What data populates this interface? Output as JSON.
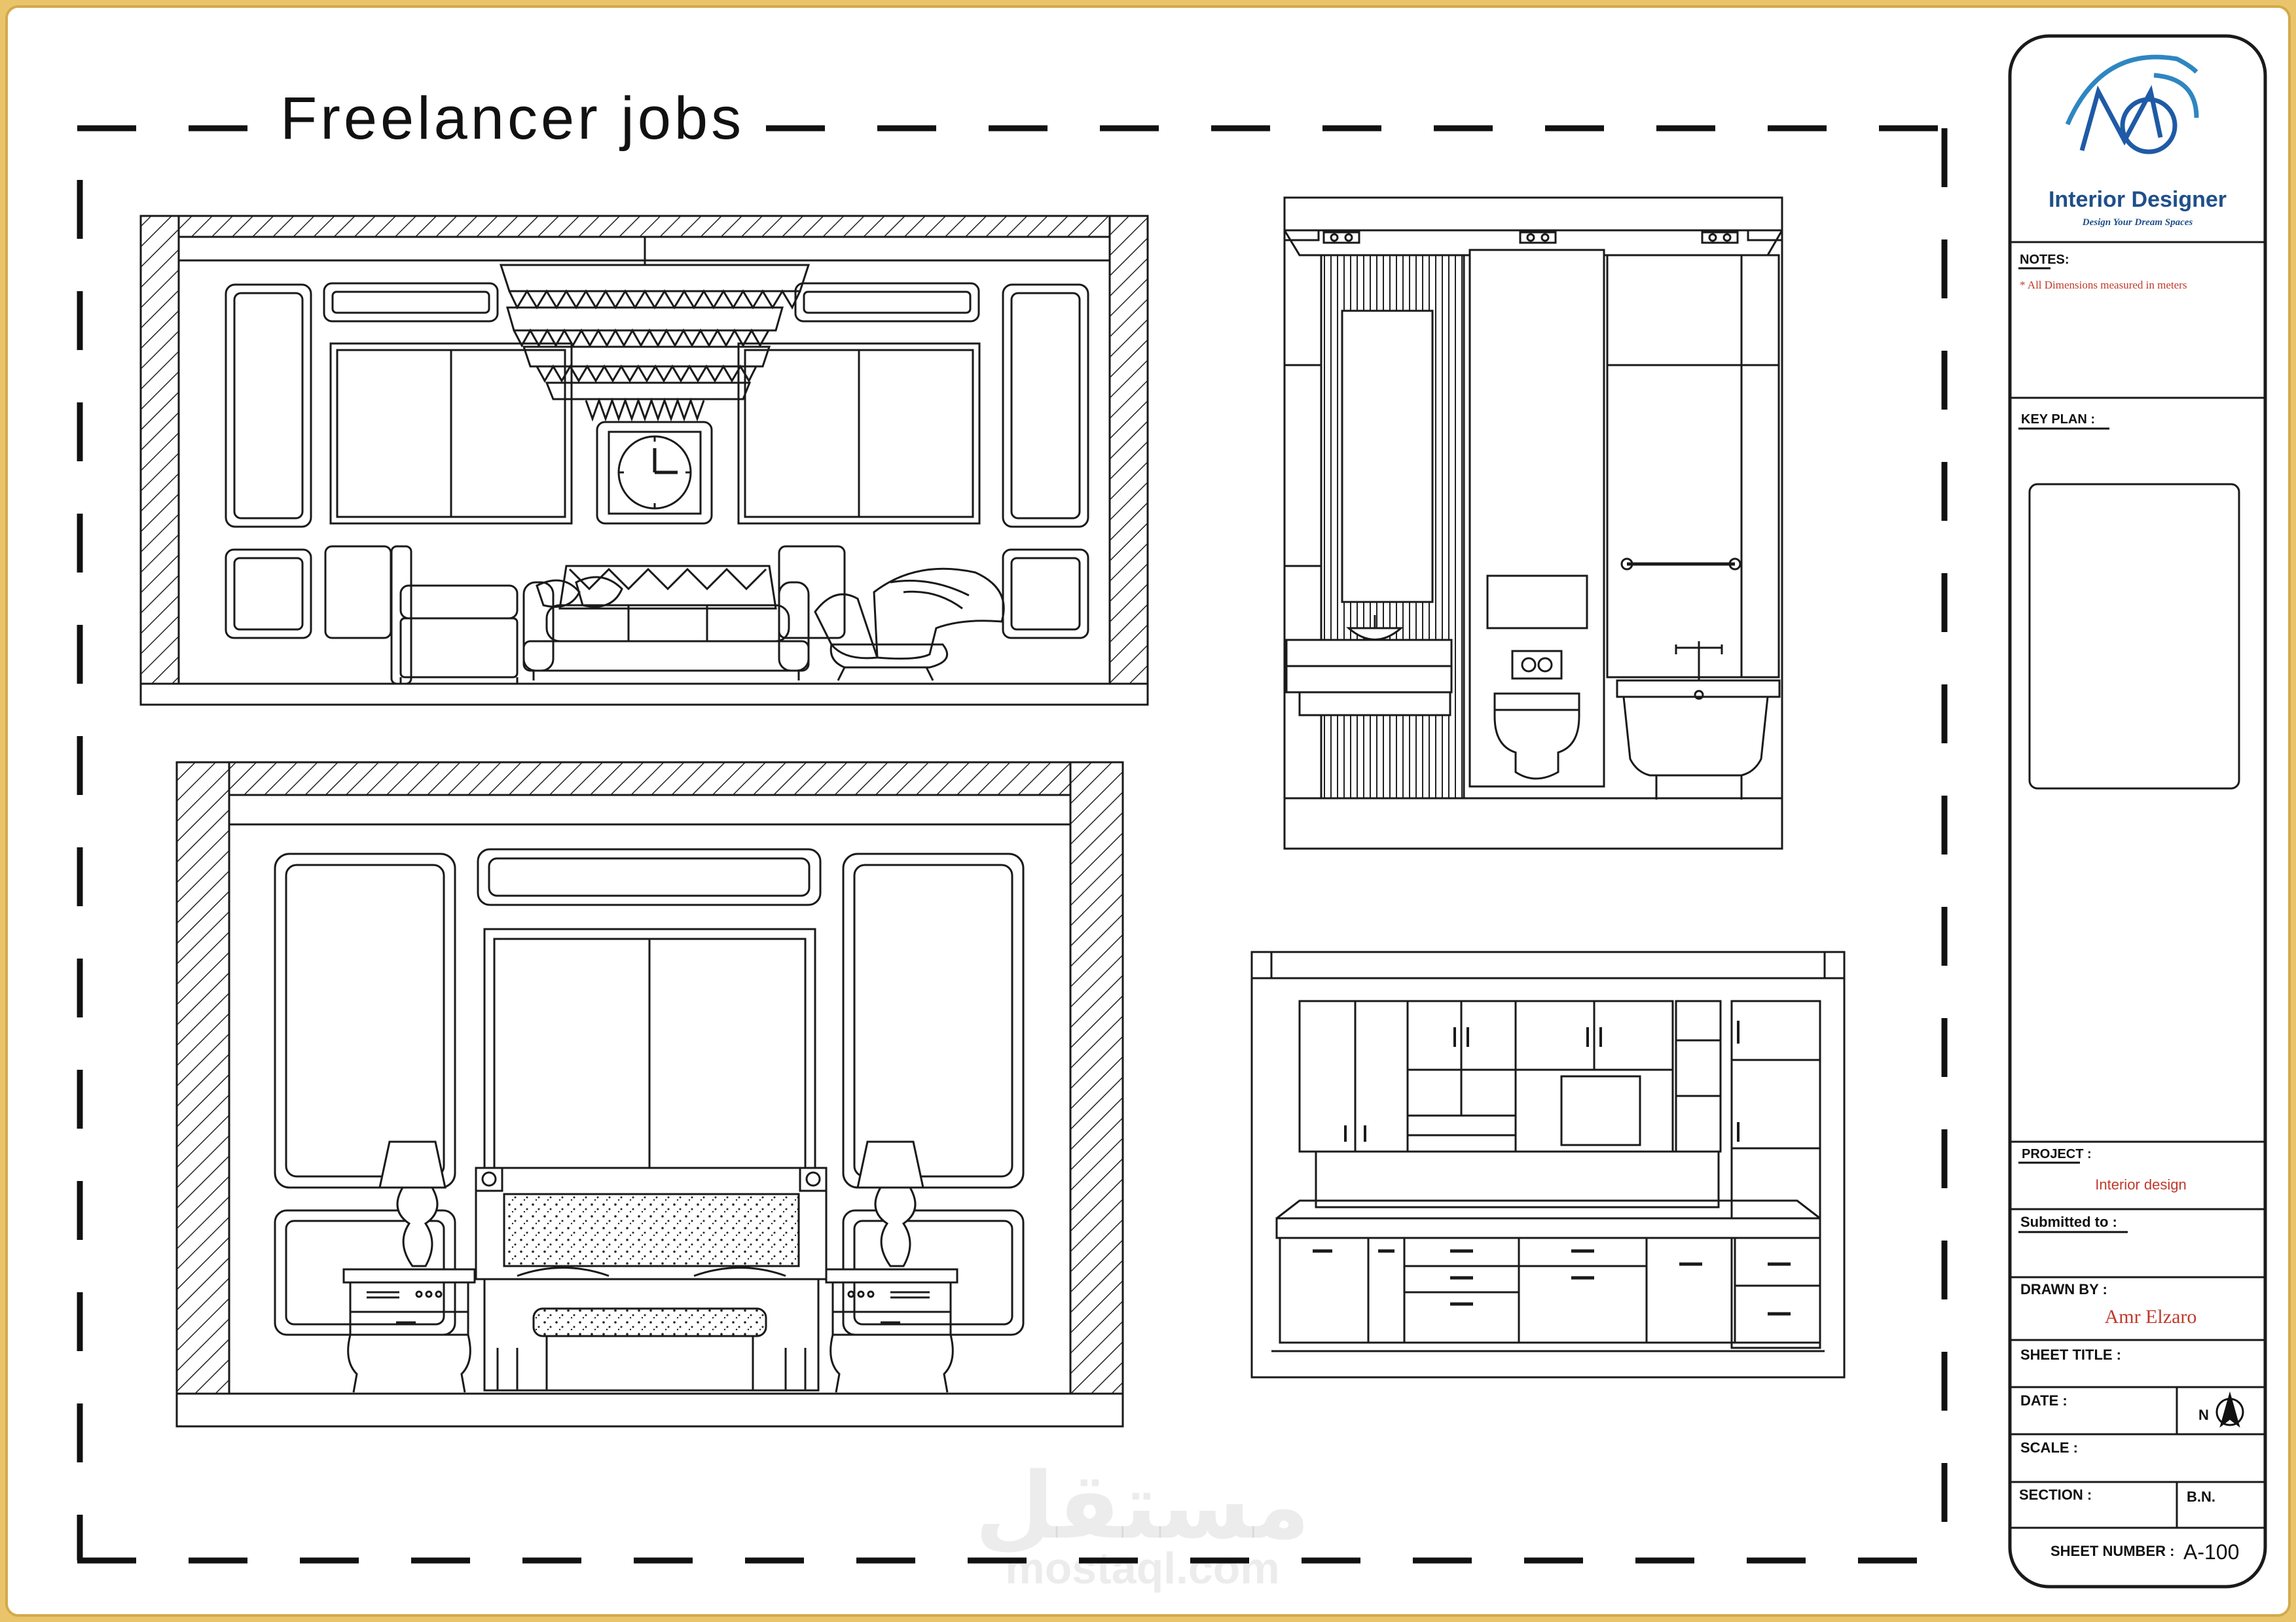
{
  "sheet": {
    "title": "Freelancer jobs",
    "watermark": {
      "arabic": "مستقل",
      "latin": "mostaql.com"
    }
  },
  "title_block": {
    "brand": "Interior Designer",
    "tagline": "Design Your Dream Spaces",
    "notes_label": "NOTES:",
    "notes_text": "* All Dimensions measured in meters",
    "key_plan_label": "KEY PLAN :",
    "project_label": "PROJECT :",
    "project_value": "Interior design",
    "submitted_label": "Submitted to :",
    "drawn_by_label": "DRAWN BY :",
    "drawn_by_value": "Amr Elzaro",
    "sheet_title_label": "SHEET TITLE :",
    "date_label": "DATE :",
    "north_label": "N",
    "scale_label": "SCALE :",
    "section_label": "SECTION :",
    "bn_label": "B.N.",
    "sheet_number_label": "SHEET NUMBER :",
    "sheet_number_value": "A-100"
  },
  "elevations": [
    {
      "id": "living-room-elevation"
    },
    {
      "id": "bathroom-elevation"
    },
    {
      "id": "bedroom-elevation"
    },
    {
      "id": "kitchen-elevation"
    }
  ],
  "colors": {
    "border": "#e9c46a",
    "paper": "#ffffff",
    "ink": "#1a1a1a",
    "brand_blue": "#1f5aa6",
    "note_red": "#c0392b"
  }
}
